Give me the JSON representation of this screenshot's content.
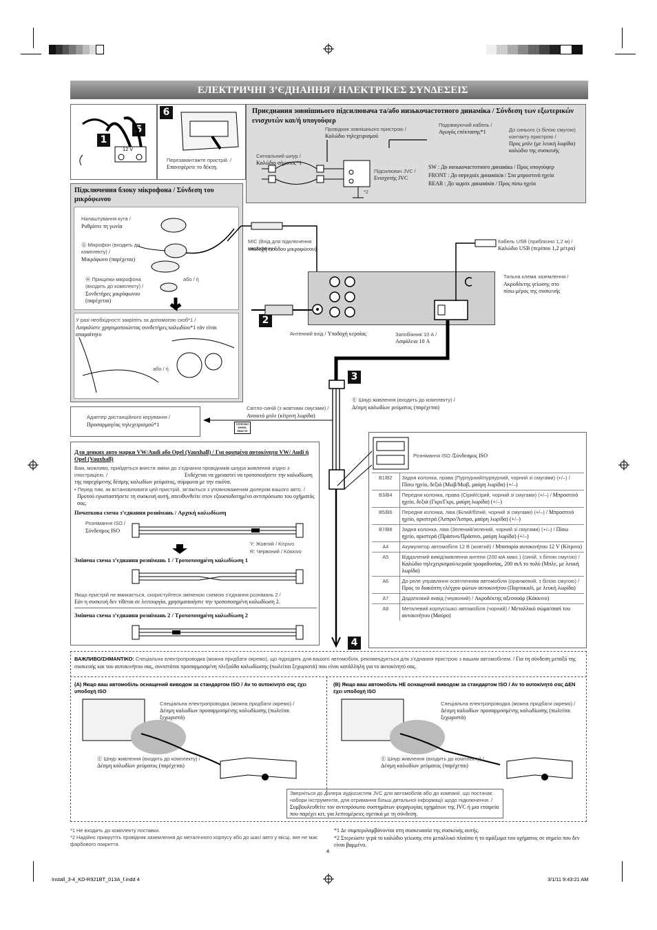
{
  "header": {
    "title": "ЕЛЕКТРИЧНІ З’ЄДНАННЯ / ΗΛΕΚΤΡΙΚΕΣ ΣΥΝΔΕΣΕΙΣ"
  },
  "steps": {
    "n1": "1",
    "n2": "2",
    "n3": "3",
    "n4": "4",
    "n5": "5",
    "n6": "6"
  },
  "battery": {
    "label": "12 V"
  },
  "reset": {
    "ua": "Перезавантажте пристрій. /",
    "gr": "Επανεφέρετε το δέκτη."
  },
  "amp": {
    "title": "Приєднання зовнішнього підсилювача та/або низькочастотного динаміка / Σύνδεση των εξωτερικών ενισχυτών και/ή υπογούφερ",
    "remote_ua": "Провідник зовнішнього пристрою /",
    "remote_gr": "Καλώδιο τηλεχειρισμού",
    "ext_ua": "Подовжуючий кабель /",
    "ext_gr": "Αγωγός επέκτασης*1",
    "blue_ua": "До синього (з білою смугою) контакту пристрою /",
    "blue_gr": "Προς μπλε (με λευκή λωρίδα) καλώδιο της συσκευής",
    "signal_ua": "Сигнальний шнур /",
    "signal_gr": "Καλώδιο σήματος*1",
    "jvc_ua": "Підсилювач JVC /",
    "jvc_gr": "Ενισχυτής JVC",
    "sw": "SW : До низькочастотного динаміка / Προς υπογούφερ",
    "front": "FRONT : До передніх динаміків / Στα μπροστινά ηχεία",
    "rear": "REAR : До задніх динаміків / Προς πίσω ηχεία",
    "ground": "*2"
  },
  "mic": {
    "title": "Підключення блоку мікрофона / Σύνδεση του μικρόφωνου",
    "angle_ua": "Налаштування кута /",
    "angle_gr": "Ρυθμίστε τη γωνία",
    "mic_ua": "Ⓖ Мікрофон (входить до комплекту) /",
    "mic_gr": "Μικρόφωνο (παρέχεται)",
    "clip_ua": "Ⓗ Прищіпки мікрофона (входить до комплекту) /",
    "clip_gr": "Συνδετήρες μικρόφωνου (παρέχεται)",
    "or1": "або / ή",
    "staple_ua": "У разі необхідності закріпіть за допомогою скоб*1 /",
    "staple_gr": "Ασφαλίστε χρησιμοποιώντας συνδετήρες καλωδίου*1 εάν είναι απαραίτητο",
    "or2": "або / ή",
    "micin_ua": "MIC (Вхід для підключення мікрофону /",
    "micin_gr": "υποδοχή εισόδου μικροφώνου)"
  },
  "usb": {
    "ua": "Кабель USB (приблизно 1,2 м) /",
    "gr": "Καλώδιο USB (περίπου 1,2 μέτρα)"
  },
  "gnd_terminal": {
    "ua": "Тильна клема заземлення /",
    "gr": "Ακροδέκτης γείωσης στο πίσω μέρος της συσκευής"
  },
  "antenna": {
    "ua": "Антенний вхід /",
    "gr": "Υποδοχή κεραίας"
  },
  "fuse": {
    "ua": "Запобіжник 10 А /",
    "gr": "Ασφάλεια 10 A"
  },
  "steering": {
    "ua": "Адаптер дистанційного керування /",
    "gr": "Προσαρμογέας τηλεχειρισμού*1",
    "wire_ua": "Світло-синій (з жовтими смугами) /",
    "wire_gr": "Ανοικτό μπλε (κίτρινη λωρίδα)",
    "badge": "STEERING WHEEL REMOTE"
  },
  "power_cord": {
    "ua": "Ⓔ Шнур живлення (входить до комплекту) /",
    "gr": "Δέσμη καλωδίων ρεύματος (παρέχεται)"
  },
  "iso": {
    "label_ua": "Рознімання ISO /",
    "label_gr": "Σύνδεσμος ISO",
    "rows": [
      {
        "pin": "B1/B2",
        "ua": "Задня колонка, права (Пурпурний/пурпурний, чорний зі смугами) (+/–) /",
        "gr": "Πίσω ηχείο, δεξιά (Μωβ/Μωβ, μαύρη λωρίδα) (+/–)"
      },
      {
        "pin": "B3/B4",
        "ua": "Передня колонка, права (Сірий/сірий, чорний зі смугами) (+/–) /",
        "gr": "Μπροστινό ηχείο, δεξιά (Γκρι/Γκρι, μαύρη λωρίδα) (+/–)"
      },
      {
        "pin": "B5/B6",
        "ua": "Передня колонка, ліва (Білий/білий, чорний зі смугами) (+/–) /",
        "gr": "Μπροστινό ηχείο, αριστερά (Άσπρο/Άσπρο, μαύρη λωρίδα) (+/–)"
      },
      {
        "pin": "B7/B8",
        "ua": "Задня колонка, ліва (Зелений/зелений, чорний зі смугами) (+/–) /",
        "gr": "Πίσω ηχείο, αριστερά (Πράσινο/Πράσινο, μαύρη λωρίδα) (+/–)"
      },
      {
        "pin": "A4",
        "ua": "Акумулятор автомобіля 12 В (жовтий) /",
        "gr": "Μπαταρία αυτοκινήτου 12 V (Κίτρινο)"
      },
      {
        "pin": "A5",
        "ua": "Віддалений вивід/живлення антени (200 мА макс.) (синій, з білою смугою) /",
        "gr": "Καλώδιο τηλεχειρισμού/κεραία τροφοδοσίας, 200 mA το πολύ (Μπλε, με λευκή λωρίδα)"
      },
      {
        "pin": "A6",
        "ua": "До реле управління освітленням автомобіля (оранжевий, з білою смугою) /",
        "gr": "Προς το διακόπτη ελέγχου φώτων αυτοκινήτου (Πορτοκαλί, με λευκή λωρίδα)"
      },
      {
        "pin": "A7",
        "ua": "Додатковий вивід (червоний) /",
        "gr": "Ακροδέκτης αξεσουάρ (Κόκκινο)"
      },
      {
        "pin": "A8",
        "ua": "Металевий корпус/шасі автомобіля (чорний) /",
        "gr": "Μεταλλικό σώμα/σασί του αυτοκινήτου (Μαύρο)"
      }
    ]
  },
  "vw": {
    "title": "Для деяких авто марки VW/Audi або Opel (Vauxhall) / Για ορισμένα αυτοκίνητα VW/ Audi ή Opel (Vauxhall)",
    "p1_ua": "Вам, можливо, прийдеться внести зміни до з’єднання провідників шнура живлення згідно з ілюстрацією. /",
    "p1_gr": "Ενδέχεται να χρειαστεί να τροποποιήσετε την καλωδίωση της παρεχόμενης δέσμης καλωδίων ρεύματος, σύμφωνα με την εικόνα.",
    "p2_ua": "• Перед тим, як встановлювати цей пристрій, зв’яжіться з уповноваженим дилером вашого авто. /",
    "p2_gr": "Προτού εγκαταστήσετε τη συσκευή αυτή, απευθυνθείτε στον εξουσιοδοτημένο αντιπρόσωπο του οχήματός σας.",
    "h1": "Початкова схема з’єднання рознімань / Αρχική καλωδίωση",
    "iso_ua": "Рознімання ISO /",
    "iso_gr": "Σύνδεσμος ISO",
    "y": "Y:  Жовтий / Κίτρινο",
    "r": "R:  Червоний / Κόκκινο",
    "h2": "Змінена схема з’єднання рознімань 1 / Τροποποιημένη καλωδίωση 1",
    "p3_ua": "Якщо пристрій не вмикається, скористуйтеся зміненою схемою з’єднання рознімань 2 /",
    "p3_gr": "Εάν η συσκευή δεν τίθεται σε λειτουργία, χρησιμοποιήστε την τροποποιημένη καλωδίωση 2.",
    "h3": "Змінена схема з’єднання рознімань 2 / Τροποποιημένη καλωδίωση 2"
  },
  "important": {
    "lead": "ВАЖЛИВО/ΣΗΜΑΝΤΙΚΟ:",
    "ua": "Спеціальна електропроводка (можна придбати окремо), що підходить для вашого автомобіля, рекомендується для з’єднання пристрою з вашим автомобілем. /",
    "gr": "Για τη σύνδεση μεταξύ της συσκευής και του αυτοκινήτου σας, συνιστάται προσαρμοσμένη πλεξούδα καλωδίωσης (πωλείται ξεχωριστά) που είναι κατάλληλη για το αυτοκίνητό σας.",
    "a_title": "(A) Якщо ваш автомобіль оснащений виводом за стандартом ISO / Αν το αυτοκίνητό σας έχει υποδοχή ISO",
    "b_title": "(B) Якщо ваш автомобіль НЕ оснащений виводом за стандартом ISO / Αν το αυτοκίνητό σας ΔΕΝ έχει υποδοχή ISO",
    "harness_ua": "Спеціальна електропроводка (можна придбати окремо) /",
    "harness_gr": "Δέσμη καλωδίων προσαρμοσμένης καλωδίωσης (πωλείται ξεχωριστά)",
    "cord_ua": "Ⓔ Шнур живлення (входить до комплекту) /",
    "cord_gr": "Δέσμη καλωδίων ρεύματος (παρέχεται)",
    "dealer_ua": "Зверніться до дилера аудіосистем JVC для автомобілів або до компанії, що постачає набори інструментів, для отримання більш детальної інформації щодо підключення. /",
    "dealer_gr": "Συμβουλευθείτε τον αντιπρόσωπο συστημάτων ψυχαγωγίας οχημάτων της JVC ή μια εταιρεία που παρέχει κιτ, για λεπτομέρειες σχετικά με τη σύνδεση."
  },
  "footnotes": {
    "ua1": "*1  Не входить до комплекту поставки.",
    "ua2": "*2  Надійно прикрутіть провідник заземлення до металічного корпусу або до шасі авто у місці, яке не має фарбового покриття.",
    "gr1": "*1  Δε συμπεριλαμβάνονται στη συσκευασία της συσκευής αυτής.",
    "gr2": "*2  Στερεώστε γερά το καλώδιο γείωσης στο μεταλλικό πλαίσιο ή το αμάξωμα του οχήματος σε σημείο που δεν είναι βαμμένο.",
    "page": "4"
  },
  "slug": {
    "file": "Install_3-4_KD-R921BT_013A_f.indd   4",
    "date": "3/1/11   9:43:21 AM"
  }
}
